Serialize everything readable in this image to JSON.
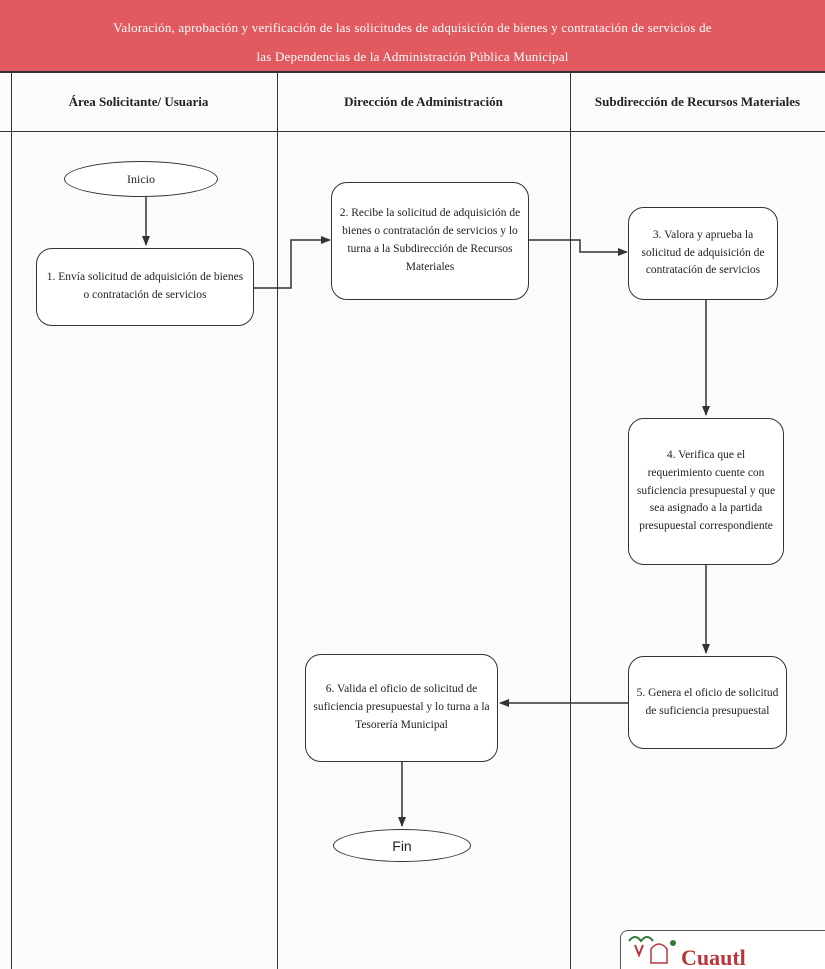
{
  "title": {
    "line1": "Valoración, aprobación y verificación de las solicitudes de adquisición de bienes y contratación de servicios de",
    "line2": "las Dependencias de la Administración Pública Municipal"
  },
  "columns": [
    {
      "label": "Área Solicitante/ Usuaria"
    },
    {
      "label": "Dirección de Administración"
    },
    {
      "label": "Subdirección de  Recursos Materiales"
    }
  ],
  "nodes": {
    "inicio": "Inicio",
    "step1": "1. Envía  solicitud de adquisición de bienes o contratación de servicios",
    "step2": "2. Recibe la solicitud de adquisición de bienes o contratación de servicios y lo turna a la Subdirección de Recursos Materiales",
    "step3": "3. Valora y aprueba la solicitud de adquisición de contratación de servicios",
    "step4": "4. Verifica que el requerimiento cuente con suficiencia presupuestal y que sea asignado a la partida presupuestal correspondiente",
    "step5": "5. Genera el oficio de solicitud de suficiencia presupuestal",
    "step6": "6. Valida el oficio de solicitud de suficiencia presupuestal y lo turna a la Tesorería Municipal",
    "fin": "Fin"
  },
  "logo": {
    "text": "Cuautl",
    "icon": "municipal-logo-icon"
  },
  "colors": {
    "title_band": "#e05a5f",
    "line": "#333333"
  }
}
